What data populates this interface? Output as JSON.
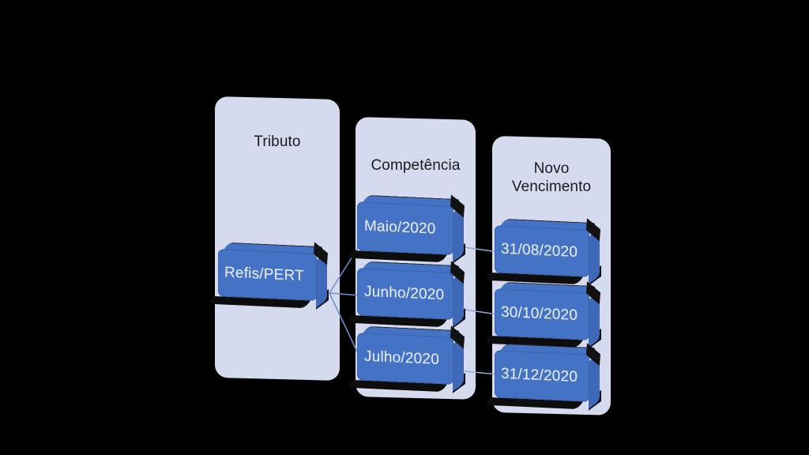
{
  "diagram": {
    "title_columns": [
      {
        "id": "tributo",
        "label": "Tributo"
      },
      {
        "id": "competencia",
        "label": "Competência"
      },
      {
        "id": "vencimento",
        "label": "Novo\nVencimento"
      }
    ],
    "colors": {
      "background": "#000000",
      "panel": "#d5daee",
      "box_front": "#4472c4",
      "box_side": "#3f69b8",
      "box_bevel": "#121212",
      "box_text": "#e8ecf8",
      "panel_text": "#1b1b1b",
      "connector": "#6f8fcf"
    },
    "nodes": {
      "tributo": [
        {
          "id": "refis-pert",
          "label": "Refis/PERT"
        }
      ],
      "competencia": [
        {
          "id": "maio",
          "label": "Maio/2020"
        },
        {
          "id": "junho",
          "label": "Junho/2020"
        },
        {
          "id": "julho",
          "label": "Julho/2020"
        }
      ],
      "vencimento": [
        {
          "id": "venc-1",
          "label": "31/08/2020"
        },
        {
          "id": "venc-2",
          "label": "30/10/2020"
        },
        {
          "id": "venc-3",
          "label": "31/12/2020"
        }
      ]
    },
    "connections": [
      {
        "from": "refis-pert",
        "to": "maio"
      },
      {
        "from": "refis-pert",
        "to": "junho"
      },
      {
        "from": "refis-pert",
        "to": "julho"
      },
      {
        "from": "maio",
        "to": "venc-1"
      },
      {
        "from": "junho",
        "to": "venc-2"
      },
      {
        "from": "julho",
        "to": "venc-3"
      }
    ]
  }
}
